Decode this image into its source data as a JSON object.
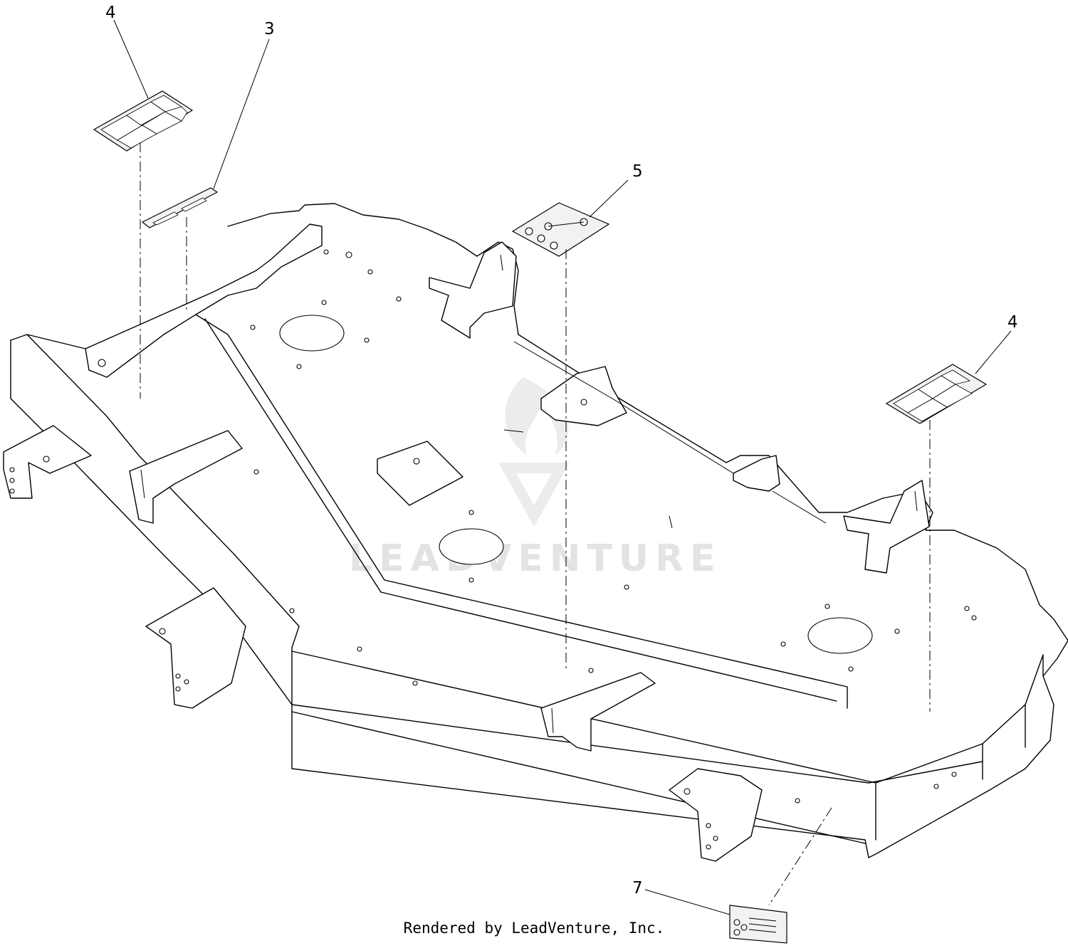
{
  "callouts": [
    {
      "id": "callout-4-left",
      "label": "4"
    },
    {
      "id": "callout-3",
      "label": "3"
    },
    {
      "id": "callout-5",
      "label": "5"
    },
    {
      "id": "callout-4-right",
      "label": "4"
    },
    {
      "id": "callout-7",
      "label": "7"
    }
  ],
  "watermark": "LEADVENTURE",
  "credit": "Rendered by LeadVenture, Inc."
}
